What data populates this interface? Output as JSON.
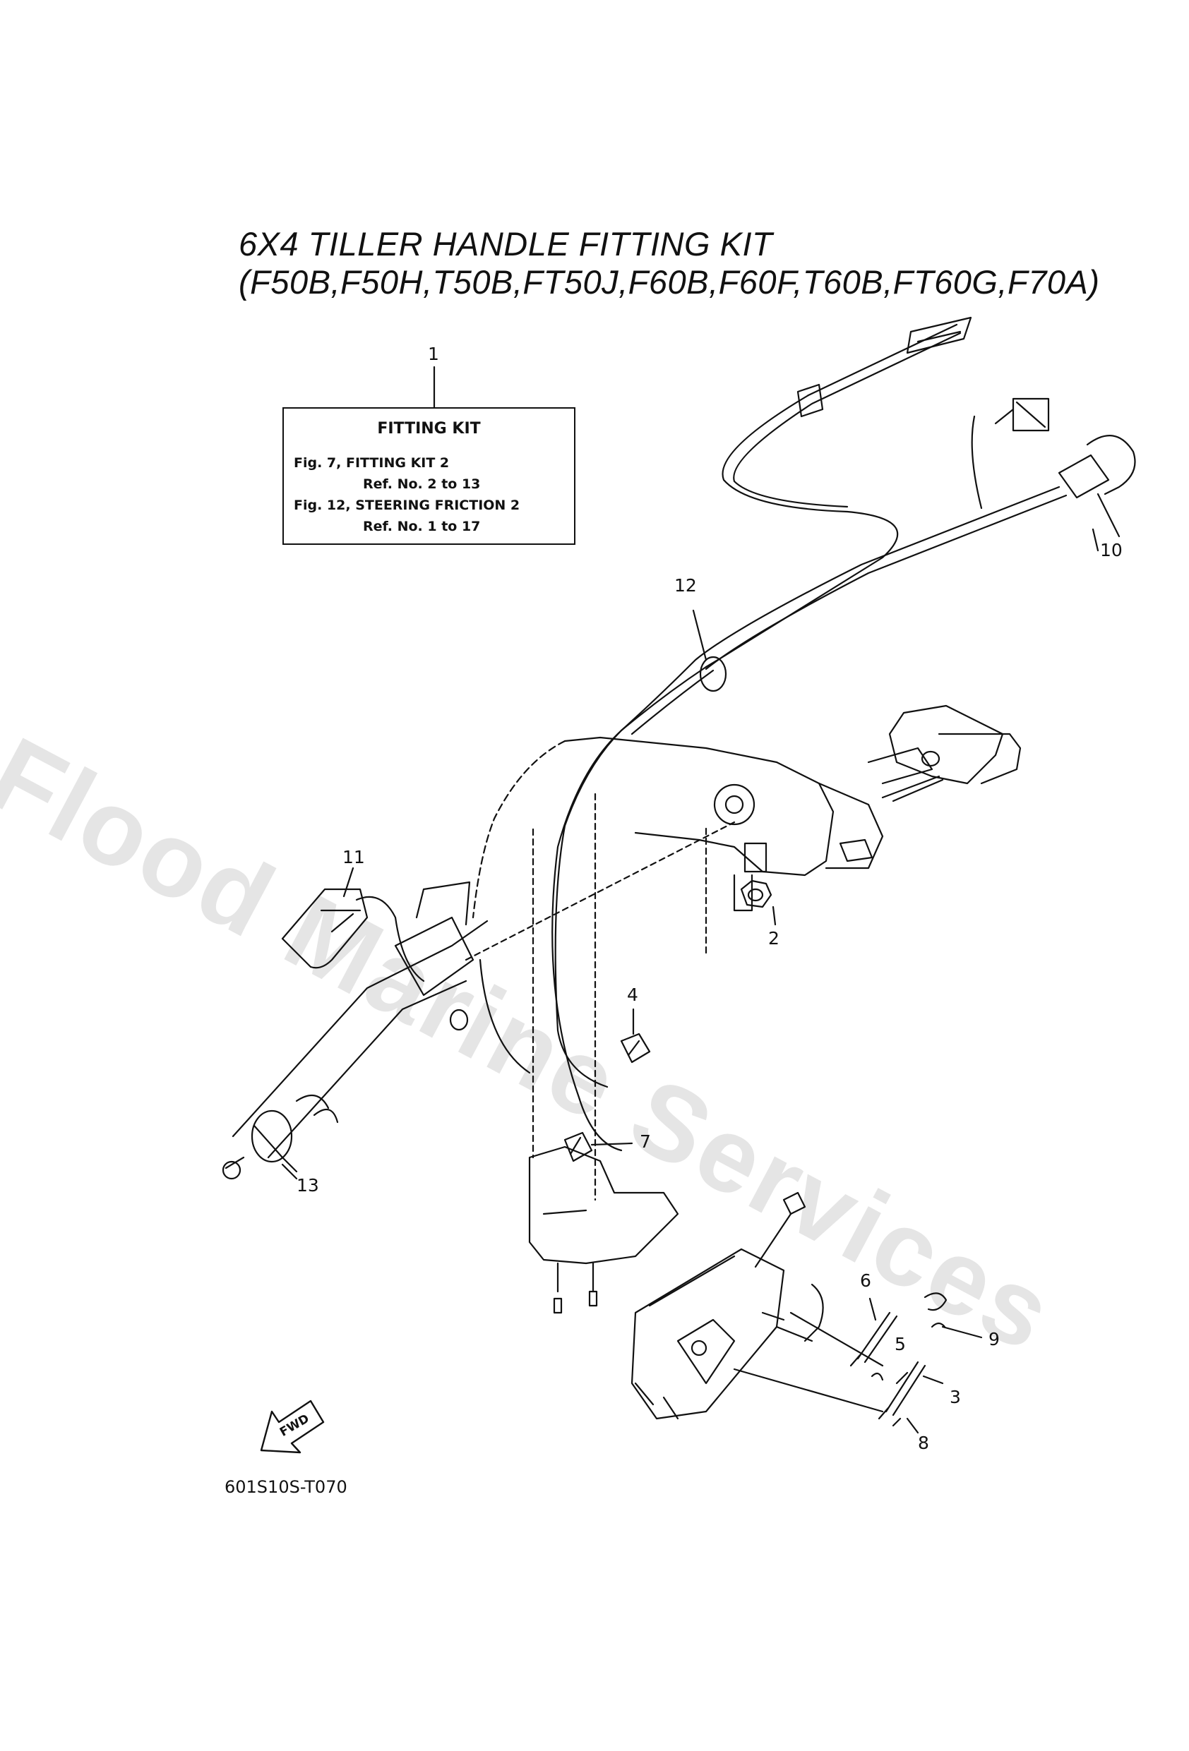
{
  "title": {
    "line1": "6X4 TILLER HANDLE FITTING KIT",
    "line2": "(F50B,F50H,T50B,FT50J,F60B,F60F,T60B,FT60G,F70A)"
  },
  "fitting_kit": {
    "heading": "FITTING KIT",
    "lines": [
      "Fig. 7, FITTING KIT 2",
      "Ref. No. 2 to 13",
      "Fig. 12, STEERING FRICTION 2",
      "Ref. No. 1 to 17"
    ]
  },
  "callouts": [
    "1",
    "2",
    "3",
    "4",
    "5",
    "6",
    "7",
    "8",
    "9",
    "10",
    "11",
    "12",
    "13"
  ],
  "fwd_label": "FWD",
  "diagram_code": "601S10S-T070",
  "watermark": "Flood Marine Services"
}
